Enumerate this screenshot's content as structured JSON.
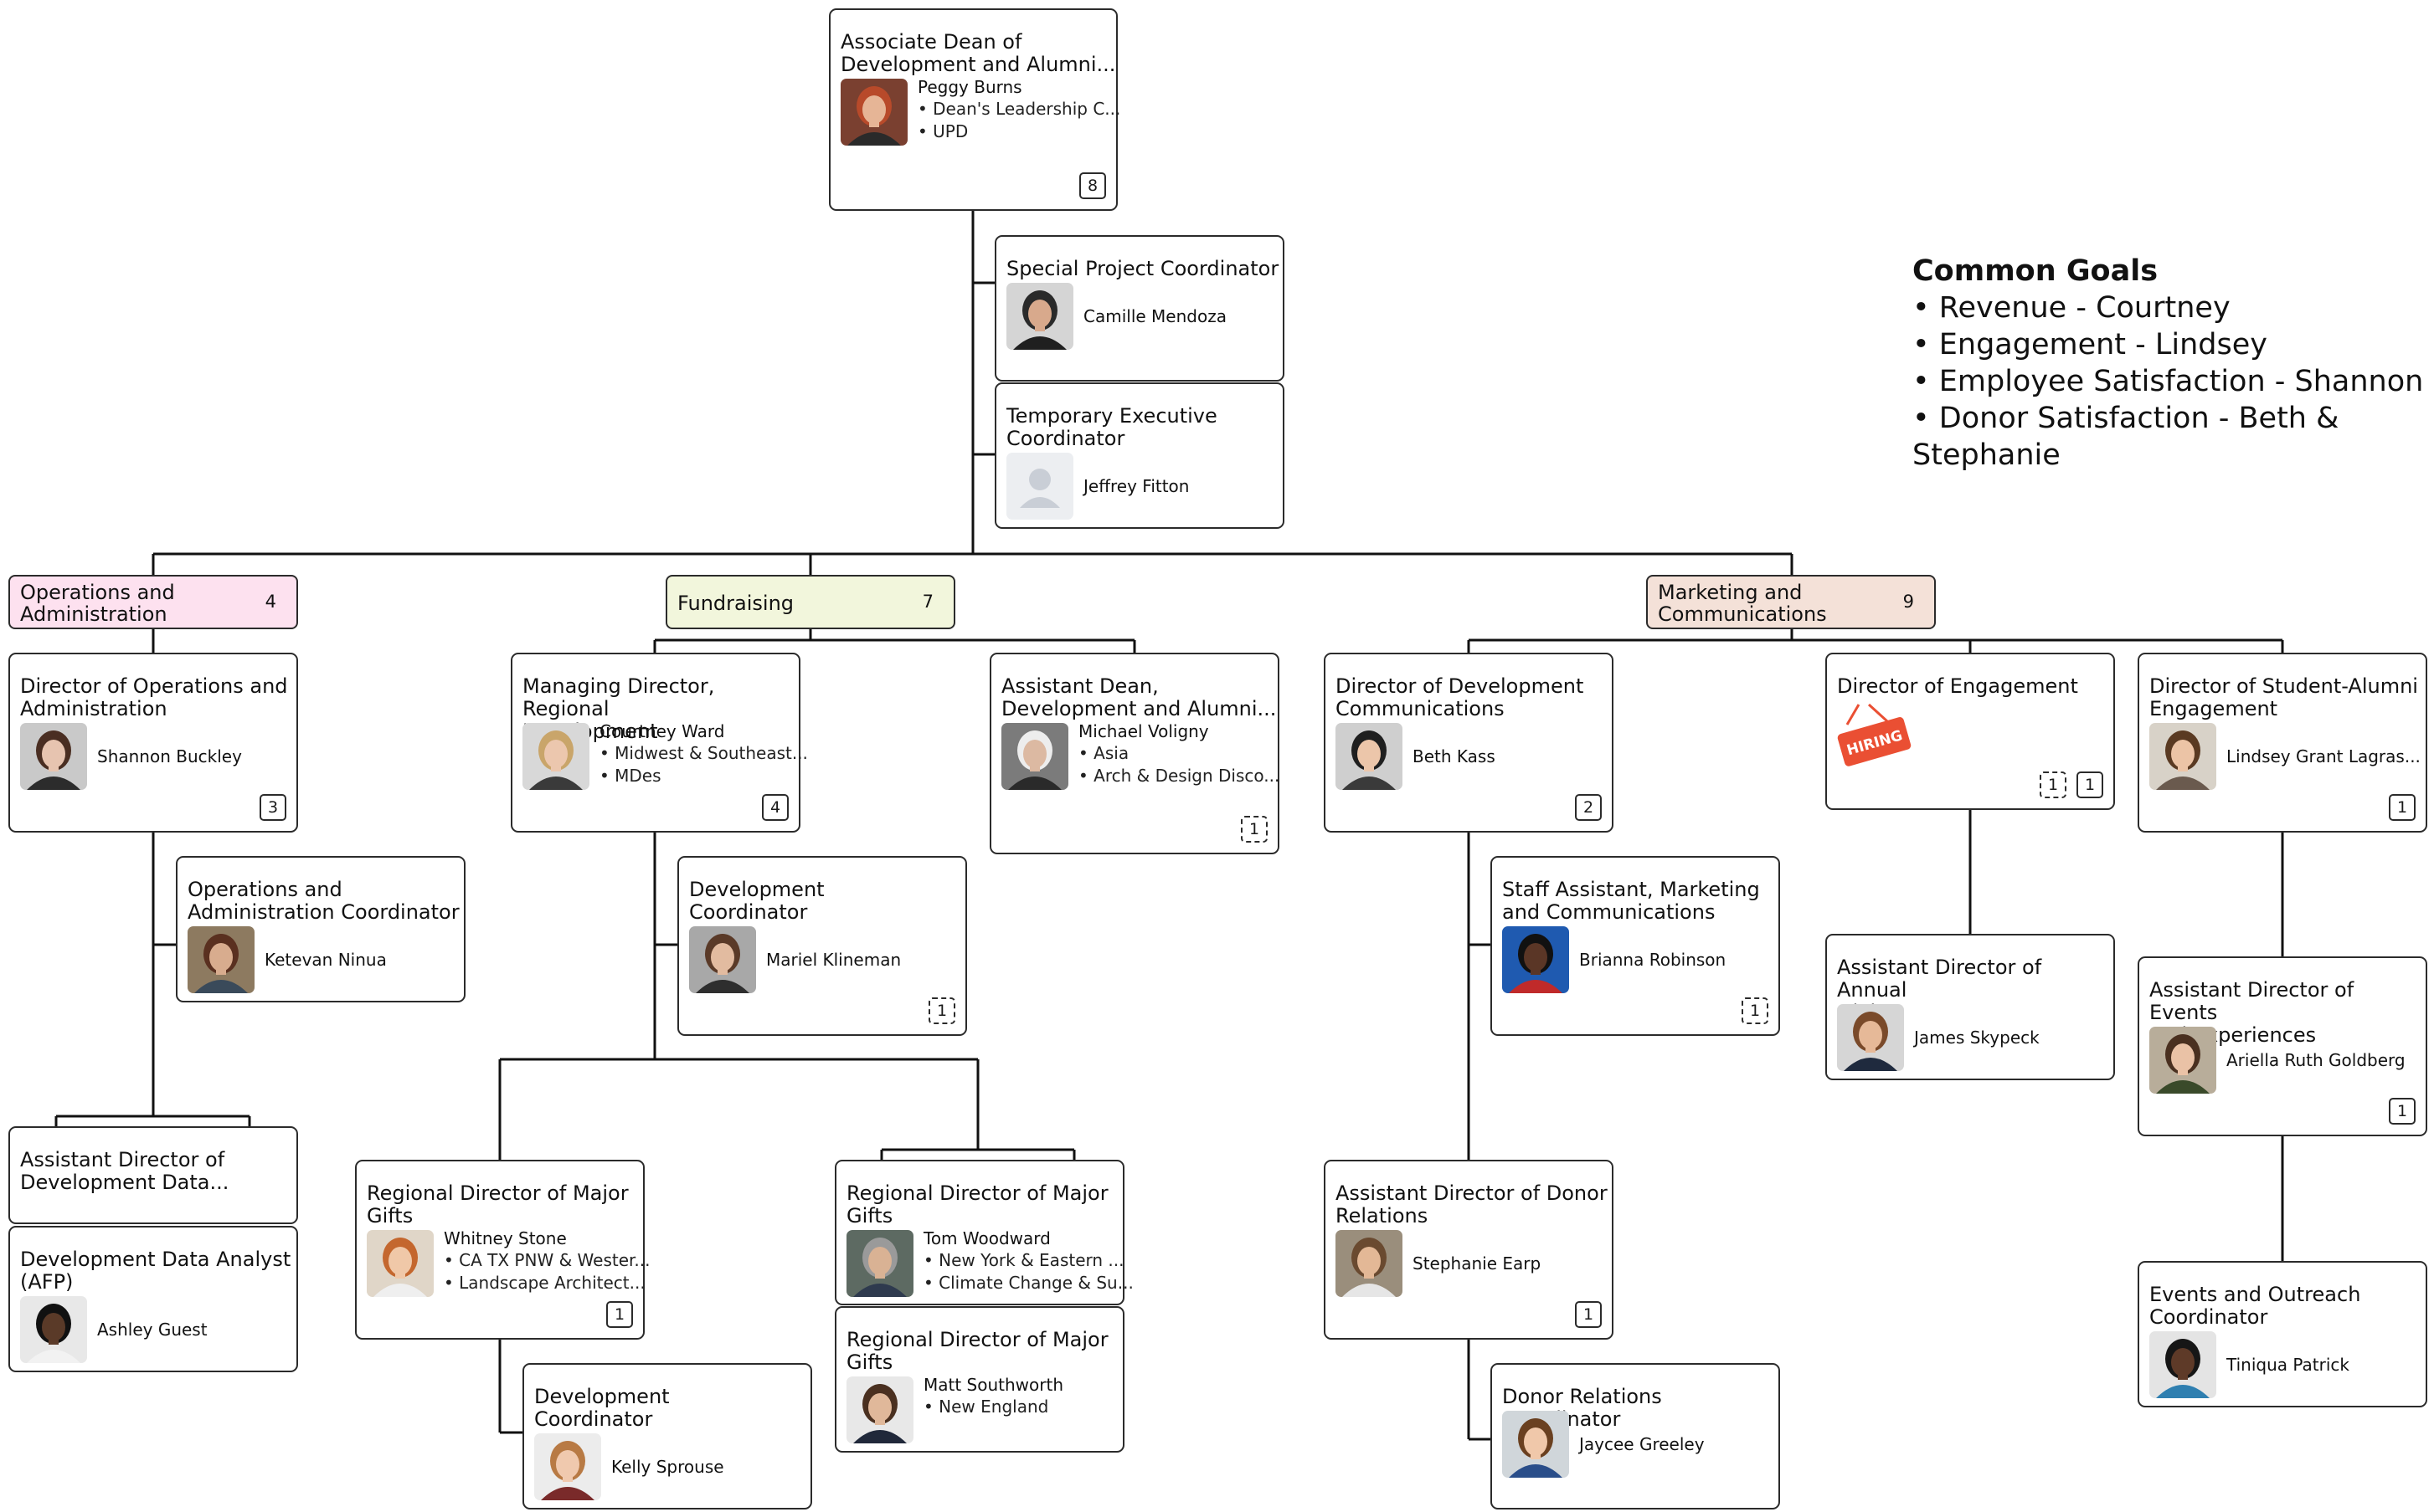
{
  "goals": {
    "title": "Common Goals",
    "items": [
      "• Revenue - Courtney",
      "• Engagement - Lindsey",
      "• Employee Satisfaction - Shannon",
      "• Donor Satisfaction - Beth & Stephanie"
    ]
  },
  "colors": {
    "line": "#111111",
    "ops_pill": "#fde1ef",
    "fund_pill": "#f2f6dc",
    "mkt_pill": "#f4e1d8",
    "hiring_tag": "#ea4f33"
  },
  "groups": [
    {
      "id": "ops",
      "label": "Operations and\nAdministration",
      "count": "4"
    },
    {
      "id": "fund",
      "label": "Fundraising",
      "count": "7"
    },
    {
      "id": "mkt",
      "label": "Marketing and\nCommunications",
      "count": "9"
    }
  ],
  "cards": [
    {
      "id": "dean",
      "title": "Associate Dean of\nDevelopment and Alumni...",
      "name": "Peggy Burns",
      "details": [
        "• Dean's Leadership C...",
        "• UPD"
      ],
      "count": "8",
      "dashed": false,
      "photo": {
        "bg": "#7a4030",
        "skin": "#e6b596",
        "hair": "#b84a2a",
        "shirt": "#2a2a2a"
      }
    },
    {
      "id": "spc",
      "title": "Special Project Coordinator",
      "name": "Camille Mendoza",
      "details": [],
      "count": "",
      "dashed": false,
      "photo": {
        "bg": "#d5d5d5",
        "skin": "#d8a98c",
        "hair": "#2a2a2a",
        "shirt": "#1f1f1f"
      }
    },
    {
      "id": "tec",
      "title": "Temporary Executive\nCoordinator",
      "name": "Jeffrey Fitton",
      "details": [],
      "count": "",
      "dashed": false,
      "photo": {
        "placeholder": true
      }
    },
    {
      "id": "dir-ops",
      "title": "Director of Operations and\nAdministration",
      "name": "Shannon Buckley",
      "details": [],
      "count": "3",
      "dashed": false,
      "photo": {
        "bg": "#c9c9c9",
        "skin": "#e7c4b0",
        "hair": "#4a2e22",
        "shirt": "#2c2c2c"
      }
    },
    {
      "id": "ops-coord",
      "title": "Operations and\nAdministration Coordinator",
      "name": "Ketevan Ninua",
      "details": [],
      "count": "",
      "dashed": false,
      "photo": {
        "bg": "#8d7a60",
        "skin": "#d8ac8e",
        "hair": "#5a3020",
        "shirt": "#3a4a5a"
      }
    },
    {
      "id": "ad-data",
      "title": "Assistant Director of\nDevelopment Data...",
      "name": "",
      "details": [],
      "count": "",
      "dashed": false,
      "photo": null
    },
    {
      "id": "data-analyst",
      "title": "Development Data Analyst\n(AFP)",
      "name": "Ashley Guest",
      "details": [],
      "count": "",
      "dashed": false,
      "photo": {
        "bg": "#e8e8e8",
        "skin": "#5a3a28",
        "hair": "#111111",
        "shirt": "#f2f2f2"
      }
    },
    {
      "id": "md-regional",
      "title": "Managing Director, Regional\nDevelopment",
      "name": "Courtney Ward",
      "details": [
        "• Midwest & Southeast...",
        "• MDes"
      ],
      "count": "4",
      "dashed": false,
      "photo": {
        "bg": "#d8d8d8",
        "skin": "#ecc7ae",
        "hair": "#c9a56a",
        "shirt": "#3a3a3a"
      }
    },
    {
      "id": "asst-dean",
      "title": "Assistant Dean,\nDevelopment and Alumni...",
      "name": "Michael Voligny",
      "details": [
        "• Asia",
        "• Arch & Design Disco..."
      ],
      "count": "1",
      "dashed": true,
      "photo": {
        "bg": "#7b7b7b",
        "skin": "#dcb9a2",
        "hair": "#ededed",
        "shirt": "#2a2a2a"
      }
    },
    {
      "id": "dev-coord-1",
      "title": "Development\nCoordinator",
      "name": "Mariel Klineman",
      "details": [],
      "count": "1",
      "dashed": true,
      "photo": {
        "bg": "#a8a8a8",
        "skin": "#e2bba0",
        "hair": "#5a3a28",
        "shirt": "#2e2e2e"
      }
    },
    {
      "id": "rdmg-whitney",
      "title": "Regional Director of Major\nGifts",
      "name": "Whitney Stone",
      "details": [
        "• CA TX PNW & Wester...",
        "• Landscape Architect..."
      ],
      "count": "1",
      "dashed": false,
      "photo": {
        "bg": "#e0d6c8",
        "skin": "#f0c8a8",
        "hair": "#c4672e",
        "shirt": "#efefef"
      }
    },
    {
      "id": "dev-coord-2",
      "title": "Development\nCoordinator",
      "name": "Kelly Sprouse",
      "details": [],
      "count": "",
      "dashed": false,
      "photo": {
        "bg": "#ececec",
        "skin": "#f0c9ae",
        "hair": "#b87a44",
        "shirt": "#7a2a2a"
      }
    },
    {
      "id": "rdmg-tom",
      "title": "Regional Director of Major\nGifts",
      "name": "Tom Woodward",
      "details": [
        "• New York & Eastern ...",
        "• Climate Change & Su..."
      ],
      "count": "",
      "dashed": false,
      "photo": {
        "bg": "#5d6a62",
        "skin": "#d9b294",
        "hair": "#9a9a9a",
        "shirt": "#2e3a4e"
      }
    },
    {
      "id": "rdmg-matt",
      "title": "Regional Director of Major\nGifts",
      "name": "Matt Southworth",
      "details": [
        "• New England"
      ],
      "count": "",
      "dashed": false,
      "photo": {
        "bg": "#e8e8e8",
        "skin": "#e0b89a",
        "hair": "#4a3020",
        "shirt": "#20283a"
      }
    },
    {
      "id": "dir-devcomm",
      "title": "Director of Development\nCommunications",
      "name": "Beth Kass",
      "details": [],
      "count": "2",
      "dashed": false,
      "photo": {
        "bg": "#cfcfcf",
        "skin": "#ecc6aa",
        "hair": "#1f1f1f",
        "shirt": "#3a3a3a"
      }
    },
    {
      "id": "staff-asst",
      "title": "Staff Assistant, Marketing\nand Communications",
      "name": "Brianna Robinson",
      "details": [],
      "count": "1",
      "dashed": true,
      "photo": {
        "bg": "#1f5ab0",
        "skin": "#5a3626",
        "hair": "#111111",
        "shirt": "#c02a2a"
      }
    },
    {
      "id": "ad-donor",
      "title": "Assistant Director of Donor\nRelations",
      "name": "Stephanie Earp",
      "details": [],
      "count": "1",
      "dashed": false,
      "photo": {
        "bg": "#9a8e7c",
        "skin": "#e3b896",
        "hair": "#6a4a30",
        "shirt": "#e6e6e6"
      }
    },
    {
      "id": "donor-coord",
      "title": "Donor Relations Coordinator",
      "name": "Jaycee Greeley",
      "details": [],
      "count": "",
      "dashed": false,
      "photo": {
        "bg": "#d0d6da",
        "skin": "#f0c8aa",
        "hair": "#6a4020",
        "shirt": "#2a4e8a"
      }
    },
    {
      "id": "dir-engagement",
      "title": "Director of Engagement",
      "name": "",
      "details": [],
      "count": "",
      "dashed": false,
      "photo": null,
      "hiring": "HIRING",
      "counts": [
        "1",
        "1"
      ]
    },
    {
      "id": "ad-annual",
      "title": "Assistant Director of Annual\nGiving",
      "name": "James Skypeck",
      "details": [],
      "count": "",
      "dashed": false,
      "photo": {
        "bg": "#d6d6d6",
        "skin": "#e6b998",
        "hair": "#7a4a2a",
        "shirt": "#1f2a3e"
      }
    },
    {
      "id": "dir-student",
      "title": "Director of Student-Alumni\nEngagement",
      "name": "Lindsey Grant Lagras...",
      "details": [],
      "count": "1",
      "dashed": false,
      "photo": {
        "bg": "#d8d2c8",
        "skin": "#ecc4a6",
        "hair": "#5a3a22",
        "shirt": "#6a5a4e"
      }
    },
    {
      "id": "ad-events",
      "title": "Assistant Director of Events\nand Experiences",
      "name": "Ariella Ruth Goldberg",
      "details": [],
      "count": "1",
      "dashed": false,
      "photo": {
        "bg": "#b8ad9a",
        "skin": "#eac2a6",
        "hair": "#4a3020",
        "shirt": "#3a4a2a"
      }
    },
    {
      "id": "events-coord",
      "title": "Events and Outreach\nCoordinator",
      "name": "Tiniqua Patrick",
      "details": [],
      "count": "",
      "dashed": false,
      "photo": {
        "bg": "#e4e4e4",
        "skin": "#5e3a28",
        "hair": "#161616",
        "shirt": "#2f7fb0"
      }
    }
  ]
}
